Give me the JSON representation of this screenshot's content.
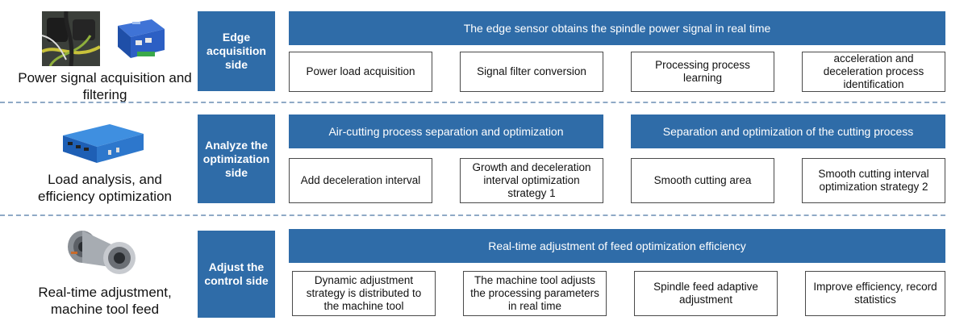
{
  "rows": [
    {
      "label": "Power signal acquisition and filtering",
      "side": "Edge acquisition side",
      "band": "The edge sensor obtains the spindle power signal in real time",
      "boxes": [
        "Power load acquisition",
        "Signal filter conversion",
        "Processing process learning",
        "acceleration and deceleration process identification"
      ]
    },
    {
      "label": "Load analysis, and efficiency optimization",
      "side": "Analyze the optimization side",
      "band_left": "Air-cutting process separation and optimization",
      "band_right": "Separation and optimization of the cutting process",
      "boxes": [
        "Add deceleration interval",
        "Growth and deceleration interval optimization strategy 1",
        "Smooth cutting area",
        "Smooth cutting interval optimization strategy 2"
      ]
    },
    {
      "label": "Real-time adjustment, machine tool feed",
      "side": "Adjust the control side",
      "band": "Real-time adjustment of feed optimization efficiency",
      "boxes": [
        "Dynamic adjustment strategy is distributed to the machine tool",
        "The machine tool adjusts the processing parameters in real time",
        "Spindle feed adaptive adjustment",
        "Improve efficiency, record statistics"
      ]
    }
  ],
  "colors": {
    "accent": "#2f6ca8",
    "divider": "#8fa9c6",
    "box_border": "#4a4a4a"
  },
  "icons": [
    "power-sensor-photo",
    "edge-device-photo",
    "blue-box-device-photo",
    "spindle-photo"
  ]
}
